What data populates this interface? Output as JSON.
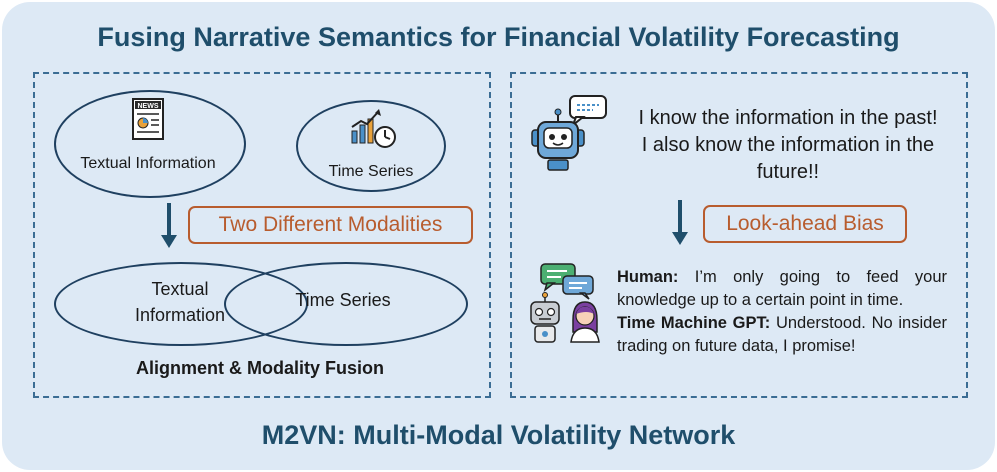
{
  "header": {
    "title": "Fusing Narrative Semantics for Financial Volatility Forecasting"
  },
  "left_panel": {
    "textual_information": "Textual Information",
    "time_series": "Time Series",
    "modalities_box": "Two Different Modalities",
    "fused_textual_line1": "Textual",
    "fused_textual_line2": "Information",
    "fused_time_series": "Time Series",
    "caption": "Alignment & Modality Fusion",
    "news_icon_label": "NEWS"
  },
  "right_panel": {
    "robot_quote_line1": "I know the information in the past!",
    "robot_quote_line2": "I also know the information in the",
    "robot_quote_line3": "future!!",
    "bias_box": "Look-ahead Bias",
    "human_speaker": "Human:",
    "human_text": "I’m only going to feed your knowledge up to a certain point in time.",
    "gpt_speaker": "Time Machine GPT:",
    "gpt_text": "Understood. No insider trading on future data, I promise!"
  },
  "footer": {
    "title": "M2VN: Multi-Modal Volatility Network"
  },
  "colors": {
    "background": "#dde9f5",
    "title": "#1f4e6b",
    "accent": "#b85c2e",
    "border": "#3b6d94",
    "arrow": "#1f4e6b"
  },
  "icons": [
    "news-icon",
    "chart-clock-icon",
    "robot-icon",
    "chat-bubble-icon",
    "robot-human-chat-icon",
    "down-arrow-icon"
  ]
}
